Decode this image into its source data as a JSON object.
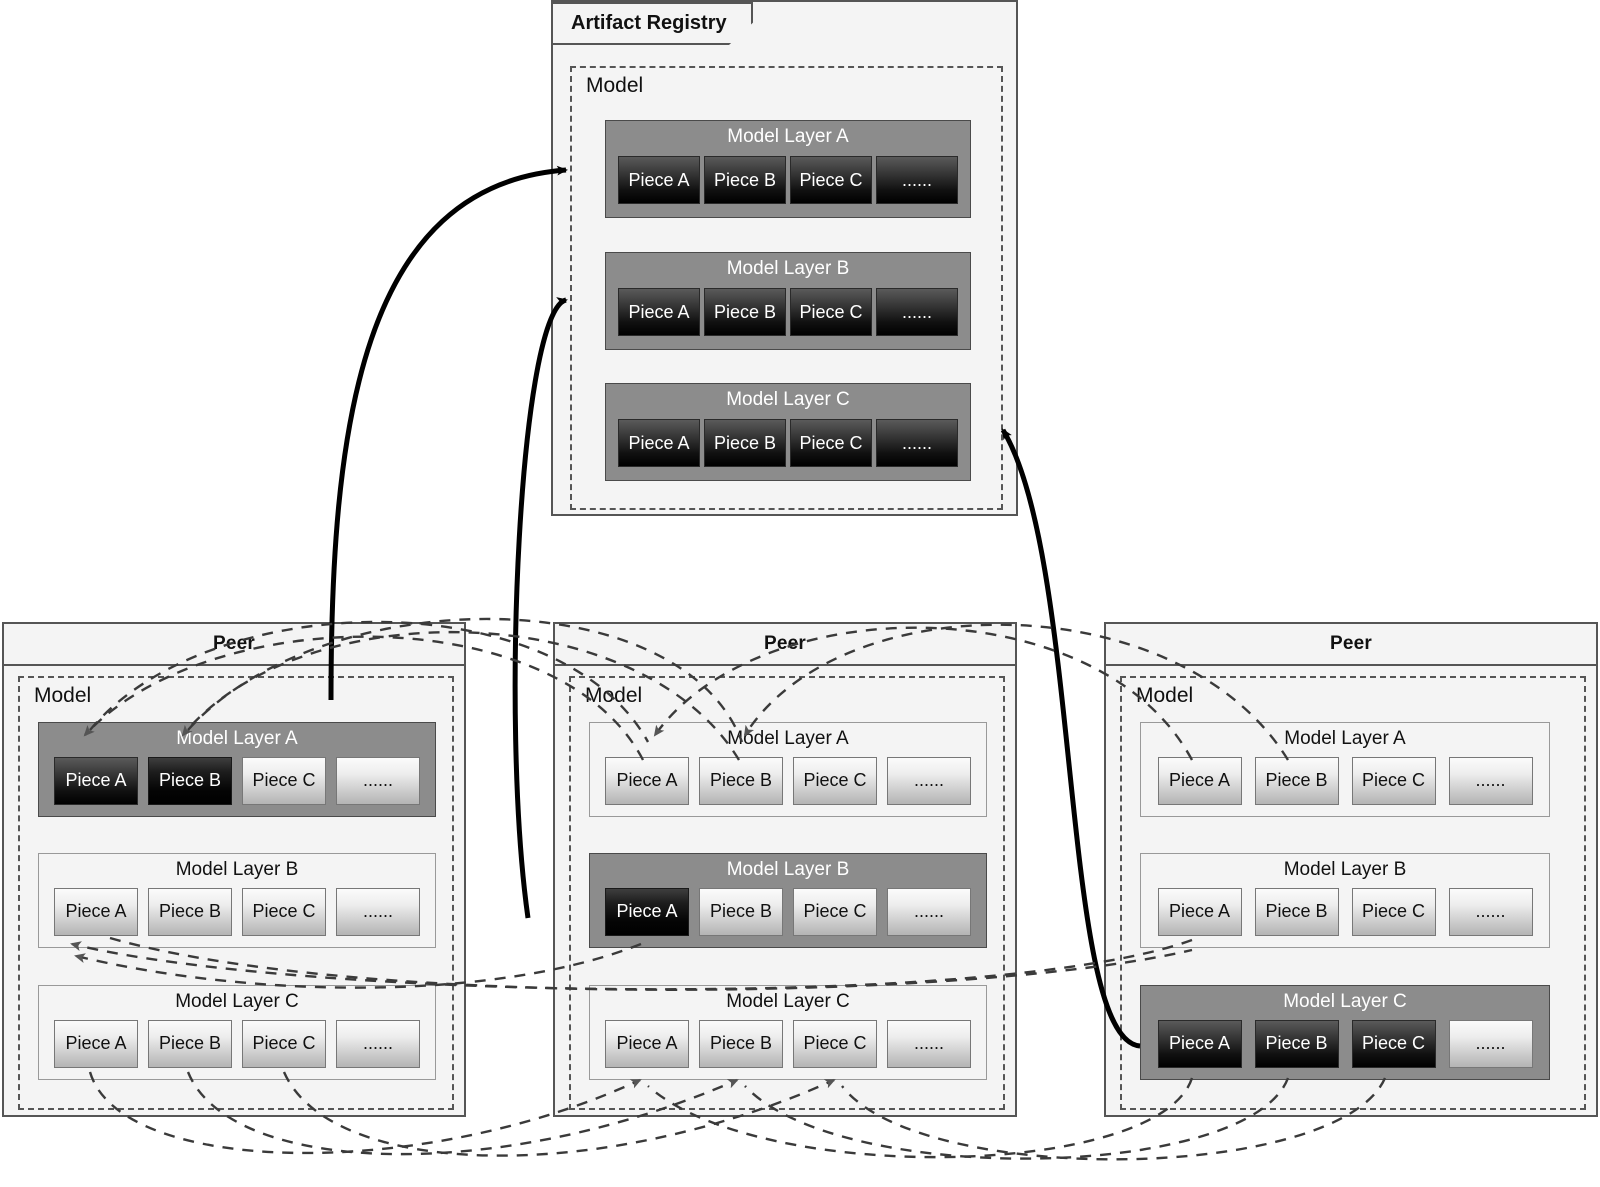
{
  "registry": {
    "title": "Artifact Registry",
    "model_label": "Model",
    "layers": [
      {
        "name": "Model Layer A",
        "highlighted": true,
        "pieces": [
          {
            "label": "Piece A",
            "state": "dark"
          },
          {
            "label": "Piece B",
            "state": "dark"
          },
          {
            "label": "Piece C",
            "state": "dark"
          },
          {
            "label": "......",
            "state": "dark"
          }
        ]
      },
      {
        "name": "Model Layer B",
        "highlighted": true,
        "pieces": [
          {
            "label": "Piece A",
            "state": "dark"
          },
          {
            "label": "Piece B",
            "state": "dark"
          },
          {
            "label": "Piece C",
            "state": "dark"
          },
          {
            "label": "......",
            "state": "dark"
          }
        ]
      },
      {
        "name": "Model Layer C",
        "highlighted": true,
        "pieces": [
          {
            "label": "Piece A",
            "state": "dark"
          },
          {
            "label": "Piece B",
            "state": "dark"
          },
          {
            "label": "Piece C",
            "state": "dark"
          },
          {
            "label": "......",
            "state": "dark"
          }
        ]
      }
    ]
  },
  "peers": [
    {
      "title": "Peer",
      "model_label": "Model",
      "layers": [
        {
          "name": "Model Layer A",
          "highlighted": true,
          "pieces": [
            {
              "label": "Piece A",
              "state": "dark"
            },
            {
              "label": "Piece B",
              "state": "darker"
            },
            {
              "label": "Piece C",
              "state": "light"
            },
            {
              "label": "......",
              "state": "light"
            }
          ]
        },
        {
          "name": "Model Layer B",
          "highlighted": false,
          "pieces": [
            {
              "label": "Piece A",
              "state": "light"
            },
            {
              "label": "Piece B",
              "state": "light"
            },
            {
              "label": "Piece C",
              "state": "light"
            },
            {
              "label": "......",
              "state": "light"
            }
          ]
        },
        {
          "name": "Model Layer C",
          "highlighted": false,
          "pieces": [
            {
              "label": "Piece A",
              "state": "light"
            },
            {
              "label": "Piece B",
              "state": "light"
            },
            {
              "label": "Piece C",
              "state": "light"
            },
            {
              "label": "......",
              "state": "light"
            }
          ]
        }
      ]
    },
    {
      "title": "Peer",
      "model_label": "Model",
      "layers": [
        {
          "name": "Model Layer A",
          "highlighted": false,
          "pieces": [
            {
              "label": "Piece A",
              "state": "light"
            },
            {
              "label": "Piece B",
              "state": "light"
            },
            {
              "label": "Piece C",
              "state": "light"
            },
            {
              "label": "......",
              "state": "light"
            }
          ]
        },
        {
          "name": "Model Layer B",
          "highlighted": true,
          "pieces": [
            {
              "label": "Piece A",
              "state": "darker"
            },
            {
              "label": "Piece B",
              "state": "light"
            },
            {
              "label": "Piece C",
              "state": "light"
            },
            {
              "label": "......",
              "state": "light"
            }
          ]
        },
        {
          "name": "Model Layer C",
          "highlighted": false,
          "pieces": [
            {
              "label": "Piece A",
              "state": "light"
            },
            {
              "label": "Piece B",
              "state": "light"
            },
            {
              "label": "Piece C",
              "state": "light"
            },
            {
              "label": "......",
              "state": "light"
            }
          ]
        }
      ]
    },
    {
      "title": "Peer",
      "model_label": "Model",
      "layers": [
        {
          "name": "Model Layer A",
          "highlighted": false,
          "pieces": [
            {
              "label": "Piece A",
              "state": "light"
            },
            {
              "label": "Piece B",
              "state": "light"
            },
            {
              "label": "Piece C",
              "state": "light"
            },
            {
              "label": "......",
              "state": "light"
            }
          ]
        },
        {
          "name": "Model Layer B",
          "highlighted": false,
          "pieces": [
            {
              "label": "Piece A",
              "state": "light"
            },
            {
              "label": "Piece B",
              "state": "light"
            },
            {
              "label": "Piece C",
              "state": "light"
            },
            {
              "label": "......",
              "state": "light"
            }
          ]
        },
        {
          "name": "Model Layer C",
          "highlighted": true,
          "pieces": [
            {
              "label": "Piece A",
              "state": "dark"
            },
            {
              "label": "Piece B",
              "state": "dark"
            },
            {
              "label": "Piece C",
              "state": "dark"
            },
            {
              "label": "......",
              "state": "light"
            }
          ]
        }
      ]
    }
  ],
  "colors": {
    "panel_bg": "#f4f4f4",
    "panel_border": "#555555",
    "layer_highlight": "#8c8c8c",
    "piece_dark": "#000000",
    "piece_light": "#c9c9c9",
    "connector_solid": "#000000",
    "connector_dashed": "#3a3a3a"
  }
}
